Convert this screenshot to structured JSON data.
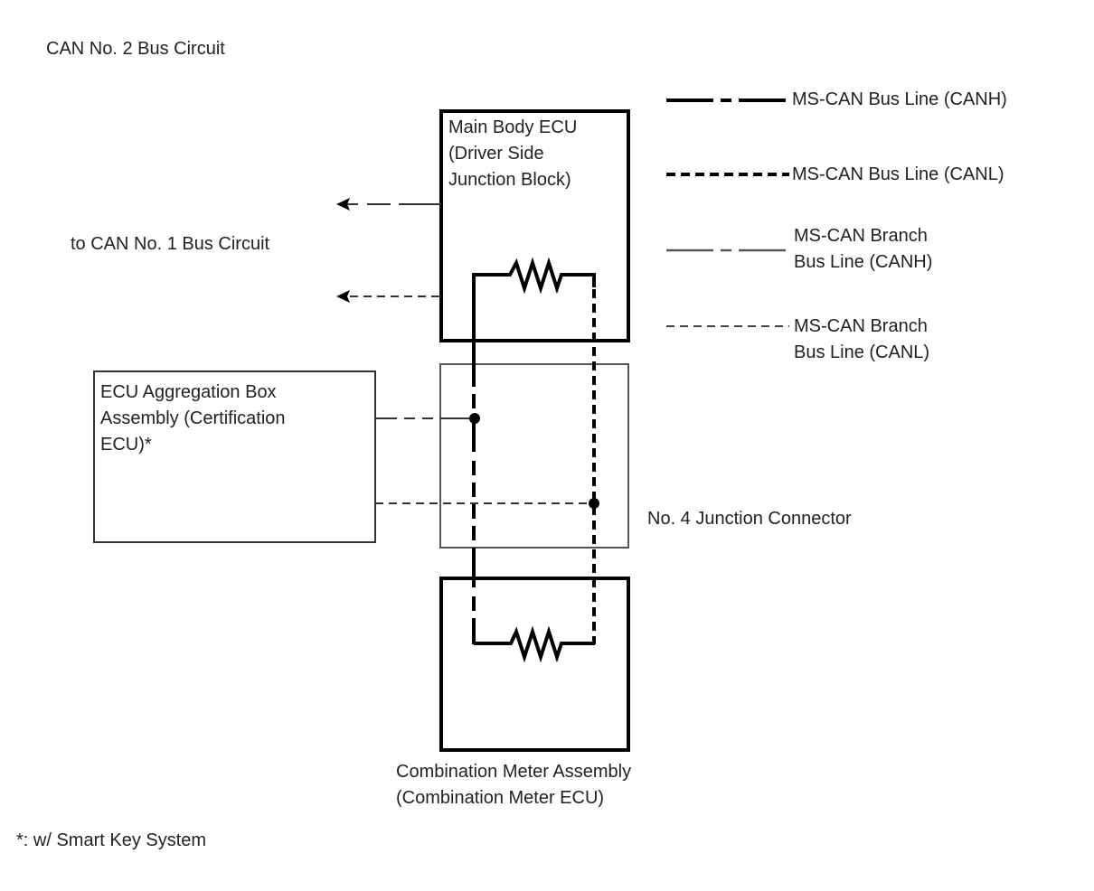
{
  "title": "CAN No. 2 Bus Circuit",
  "external_link_label": "to CAN No. 1 Bus Circuit",
  "components": {
    "main_body_ecu": {
      "lines": [
        "Main Body ECU",
        "(Driver Side",
        "Junction Block)"
      ]
    },
    "ecu_aggregation_box": {
      "lines": [
        "ECU Aggregation Box",
        "Assembly (Certification",
        "ECU)*"
      ]
    },
    "junction_connector": {
      "label": "No. 4 Junction Connector"
    },
    "combination_meter": {
      "lines": [
        "Combination Meter Assembly",
        "(Combination Meter ECU)"
      ]
    }
  },
  "legend": [
    {
      "style": "bus-canh",
      "lines": [
        "MS-CAN Bus Line (CANH)"
      ]
    },
    {
      "style": "bus-canl",
      "lines": [
        "MS-CAN Bus Line (CANL)"
      ]
    },
    {
      "style": "branch-canh",
      "lines": [
        "MS-CAN Branch",
        "Bus Line (CANH)"
      ]
    },
    {
      "style": "branch-canl",
      "lines": [
        "MS-CAN Branch",
        "Bus Line (CANL)"
      ]
    }
  ],
  "footnote": "*: w/ Smart Key System",
  "colors": {
    "line": "#000000",
    "branch_line": "#555555",
    "box_border_light": "#555555",
    "text": "#222222"
  }
}
